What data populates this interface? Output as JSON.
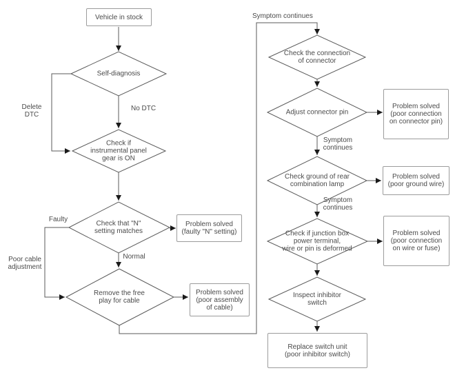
{
  "nodes": {
    "vehicle_in_stock": {
      "label": "Vehicle in stock"
    },
    "self_diagnosis": {
      "label": "Self-diagnosis"
    },
    "check_panel_gear": {
      "label": "Check if\ninstrumental panel\ngear is ON"
    },
    "check_n_setting": {
      "label": "Check that \"N\"\nsetting matches"
    },
    "problem_n_setting": {
      "label": "Problem solved\n(faulty \"N\" setting)"
    },
    "remove_free_play": {
      "label": "Remove the free\nplay for cable"
    },
    "problem_cable": {
      "label": "Problem solved\n(poor assembly\nof cable)"
    },
    "check_connector": {
      "label": "Check the connection\nof connector"
    },
    "adjust_connector_pin": {
      "label": "Adjust connector pin"
    },
    "problem_connector_pin": {
      "label": "Problem solved\n(poor connection\non connector pin)"
    },
    "check_ground": {
      "label": "Check ground of rear\ncombination lamp"
    },
    "problem_ground": {
      "label": "Problem solved\n(poor ground wire)"
    },
    "check_junction_box": {
      "label": "Check if junction box\npower terminal,\nwire or pin is deformed"
    },
    "problem_wire_fuse": {
      "label": "Problem solved\n(poor connection\non wire or fuse)"
    },
    "inspect_inhibitor": {
      "label": "Inspect inhibitor\nswitch"
    },
    "replace_switch": {
      "label": "Replace switch unit\n(poor inhibitor switch)"
    }
  },
  "edge_labels": {
    "delete_dtc": "Delete\nDTC",
    "no_dtc": "No DTC",
    "faulty": "Faulty",
    "normal": "Normal",
    "poor_cable_adjustment": "Poor cable\nadjustment",
    "symptom_continues_top": "Symptom continues",
    "symptom_continues_1": "Symptom\ncontinues",
    "symptom_continues_2": "Symptom\ncontinues"
  },
  "colors": {
    "line": "#5a5a5a",
    "box_border": "#9b9b9b",
    "text": "#4a4a4a",
    "arrowhead": "#1a1a1a",
    "background": "#ffffff"
  }
}
